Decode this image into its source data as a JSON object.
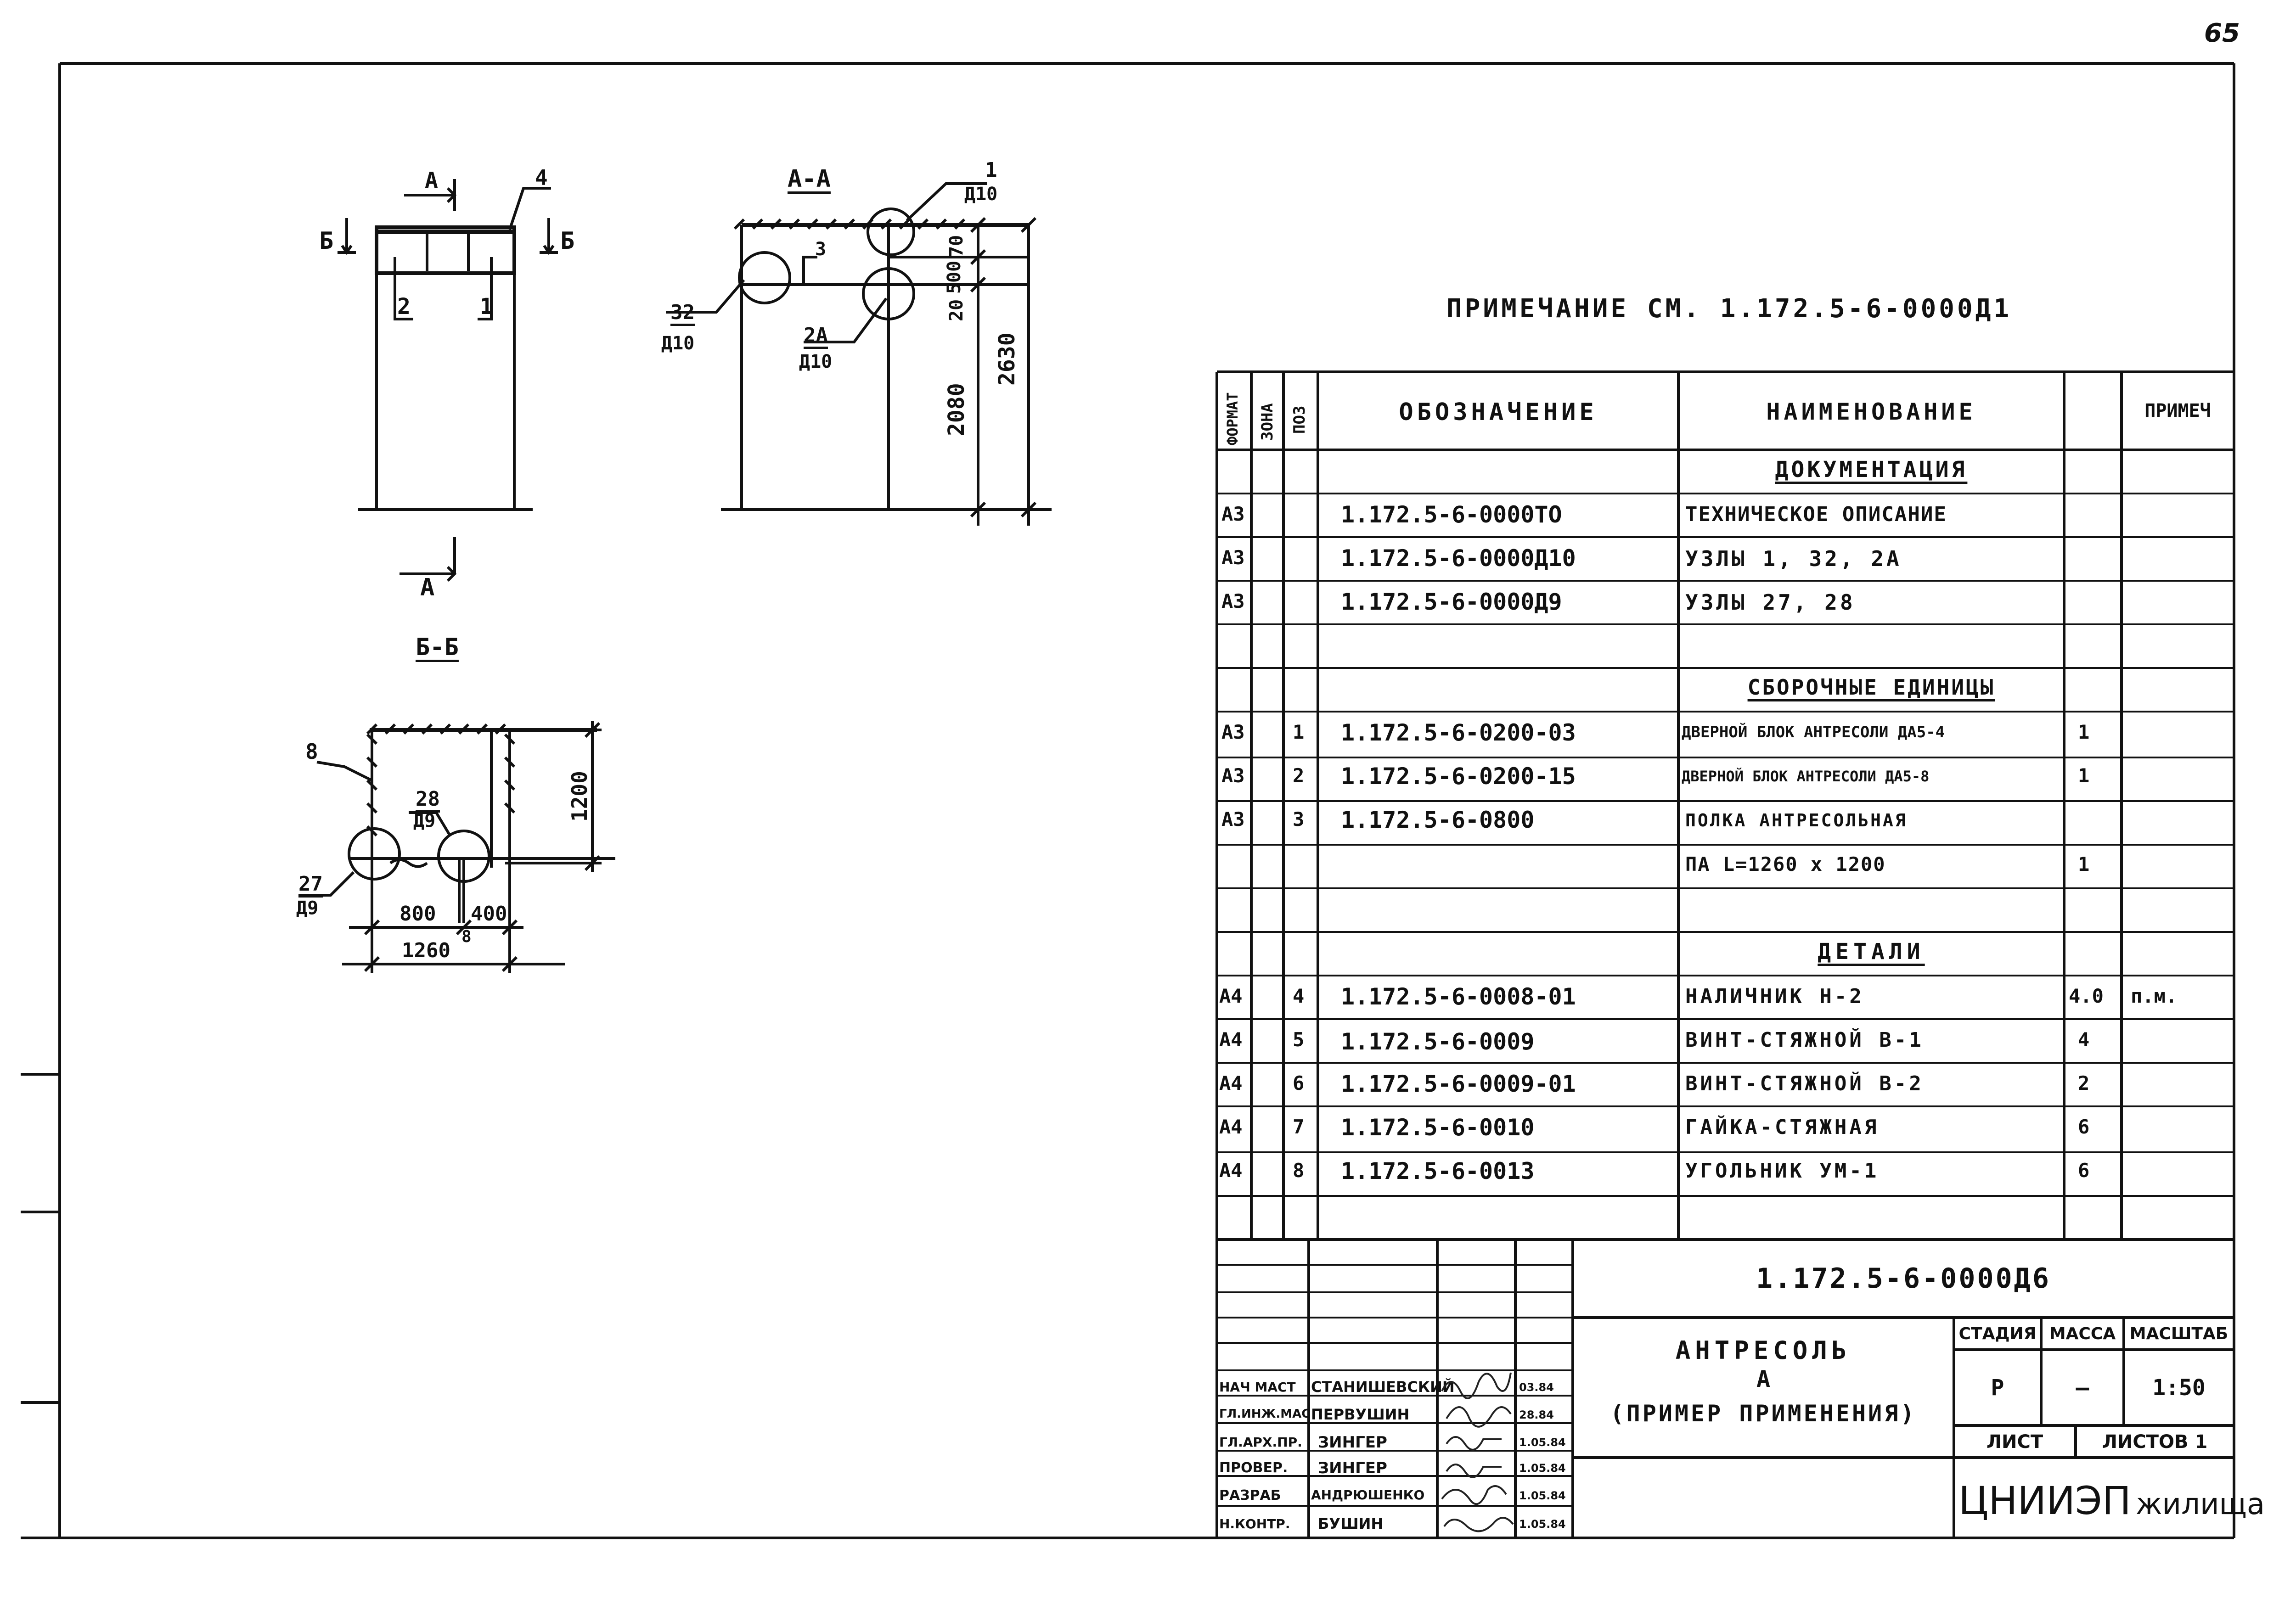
{
  "page_number": "65",
  "note": "ПРИМЕЧАНИЕ СМ. 1.172.5-6-0000Д1",
  "drawing": {
    "view_a_label": "А",
    "view_a_bottom": "А",
    "section_b_left": "Б",
    "section_b_right": "Б",
    "pos_4": "4",
    "pos_2": "2",
    "pos_1": "1",
    "section_aa_title": "А-А",
    "node_1": "1",
    "node_1_ref": "Д10",
    "node_32": "32",
    "node_32_ref": "Д10",
    "node_2a": "2А",
    "node_2a_ref": "Д10",
    "pos_3": "3",
    "dim_70": "70",
    "dim_500": "500",
    "dim_20": "20",
    "dim_2080": "2080",
    "dim_2630": "2630",
    "section_bb_title": "Б-Б",
    "pos_8": "8",
    "node_28": "28",
    "node_28_ref": "Д9",
    "node_27": "27",
    "node_27_ref": "Д9",
    "dim_1200": "1200",
    "dim_800": "800",
    "dim_400": "400",
    "dim_1260": "1260",
    "dim_1260_sup": "8"
  },
  "spec": {
    "headers": {
      "format": "ФОРМАТ",
      "zone": "ЗОНА",
      "pos": "ПОЗ",
      "designation": "ОБОЗНАЧЕНИЕ",
      "name": "НАИМЕНОВАНИЕ",
      "note": "ПРИМЕЧ"
    },
    "rows": [
      {
        "format": "",
        "zone": "",
        "pos": "",
        "designation": "",
        "name": "ДОКУМЕНТАЦИЯ",
        "qty": "",
        "note": ""
      },
      {
        "format": "А3",
        "zone": "",
        "pos": "",
        "designation": "1.172.5-6-0000ТО",
        "name": "ТЕХНИЧЕСКОЕ ОПИСАНИЕ",
        "qty": "",
        "note": ""
      },
      {
        "format": "А3",
        "zone": "",
        "pos": "",
        "designation": "1.172.5-6-0000Д10",
        "name": "УЗЛЫ 1, 32, 2А",
        "qty": "",
        "note": ""
      },
      {
        "format": "А3",
        "zone": "",
        "pos": "",
        "designation": "1.172.5-6-0000Д9",
        "name": "УЗЛЫ 27, 28",
        "qty": "",
        "note": ""
      },
      {
        "format": "",
        "zone": "",
        "pos": "",
        "designation": "",
        "name": "",
        "qty": "",
        "note": ""
      },
      {
        "format": "",
        "zone": "",
        "pos": "",
        "designation": "",
        "name": "СБОРОЧНЫЕ ЕДИНИЦЫ",
        "qty": "",
        "note": ""
      },
      {
        "format": "А3",
        "zone": "",
        "pos": "1",
        "designation": "1.172.5-6-0200-03",
        "name": "ДВЕРНОЙ БЛОК АНТРЕСОЛИ ДА5-4",
        "qty": "1",
        "note": ""
      },
      {
        "format": "А3",
        "zone": "",
        "pos": "2",
        "designation": "1.172.5-6-0200-15",
        "name": "ДВЕРНОЙ БЛОК АНТРЕСОЛИ ДА5-8",
        "qty": "1",
        "note": ""
      },
      {
        "format": "А3",
        "zone": "",
        "pos": "3",
        "designation": "1.172.5-6-0800",
        "name": "ПОЛКА АНТРЕСОЛЬНАЯ",
        "qty": "",
        "note": ""
      },
      {
        "format": "",
        "zone": "",
        "pos": "",
        "designation": "",
        "name": "ПА L=1260 x 1200",
        "qty": "1",
        "note": ""
      },
      {
        "format": "",
        "zone": "",
        "pos": "",
        "designation": "",
        "name": "",
        "qty": "",
        "note": ""
      },
      {
        "format": "",
        "zone": "",
        "pos": "",
        "designation": "",
        "name": "ДЕТАЛИ",
        "qty": "",
        "note": ""
      },
      {
        "format": "А4",
        "zone": "",
        "pos": "4",
        "designation": "1.172.5-6-0008-01",
        "name": "НАЛИЧНИК Н-2",
        "qty": "4.0",
        "note": "п.м."
      },
      {
        "format": "А4",
        "zone": "",
        "pos": "5",
        "designation": "1.172.5-6-0009",
        "name": "ВИНТ-СТЯЖНОЙ В-1",
        "qty": "4",
        "note": ""
      },
      {
        "format": "А4",
        "zone": "",
        "pos": "6",
        "designation": "1.172.5-6-0009-01",
        "name": "ВИНТ-СТЯЖНОЙ В-2",
        "qty": "2",
        "note": ""
      },
      {
        "format": "А4",
        "zone": "",
        "pos": "7",
        "designation": "1.172.5-6-0010",
        "name": "ГАЙКА-СТЯЖНАЯ",
        "qty": "6",
        "note": ""
      },
      {
        "format": "А4",
        "zone": "",
        "pos": "8",
        "designation": "1.172.5-6-0013",
        "name": "УГОЛЬНИК УМ-1",
        "qty": "6",
        "note": ""
      },
      {
        "format": "",
        "zone": "",
        "pos": "",
        "designation": "",
        "name": "",
        "qty": "",
        "note": ""
      }
    ]
  },
  "title_block": {
    "doc_number": "1.172.5-6-0000Д6",
    "title_line1": "АНТРЕСОЛЬ",
    "title_line2": "А",
    "title_line3": "(ПРИМЕР ПРИМЕНЕНИЯ)",
    "stage_label": "СТАДИЯ",
    "mass_label": "МАССА",
    "scale_label": "МАСШТАБ",
    "stage": "Р",
    "mass": "–",
    "scale": "1:50",
    "sheet_label": "ЛИСТ",
    "sheets_label": "ЛИСТОВ 1",
    "organization": "ЦНИИЭП",
    "organization_suffix": "жилища",
    "people": [
      {
        "role": "НАЧ МАСТ",
        "name": "СТАНИШЕВСКИЙ",
        "date": "03.84"
      },
      {
        "role": "ГЛ.ИНЖ.МАС",
        "name": "ПЕРВУШИН",
        "date": "28.84"
      },
      {
        "role": "ГЛ.АРХ.ПР.",
        "name": "ЗИНГЕР",
        "date": "1.05.84"
      },
      {
        "role": "ПРОВЕР.",
        "name": "ЗИНГЕР",
        "date": "1.05.84"
      },
      {
        "role": "РАЗРАБ",
        "name": "АНДРЮШЕНКО",
        "date": "1.05.84"
      },
      {
        "role": "Н.КОНТР.",
        "name": "БУШИН",
        "date": "1.05.84"
      }
    ]
  }
}
